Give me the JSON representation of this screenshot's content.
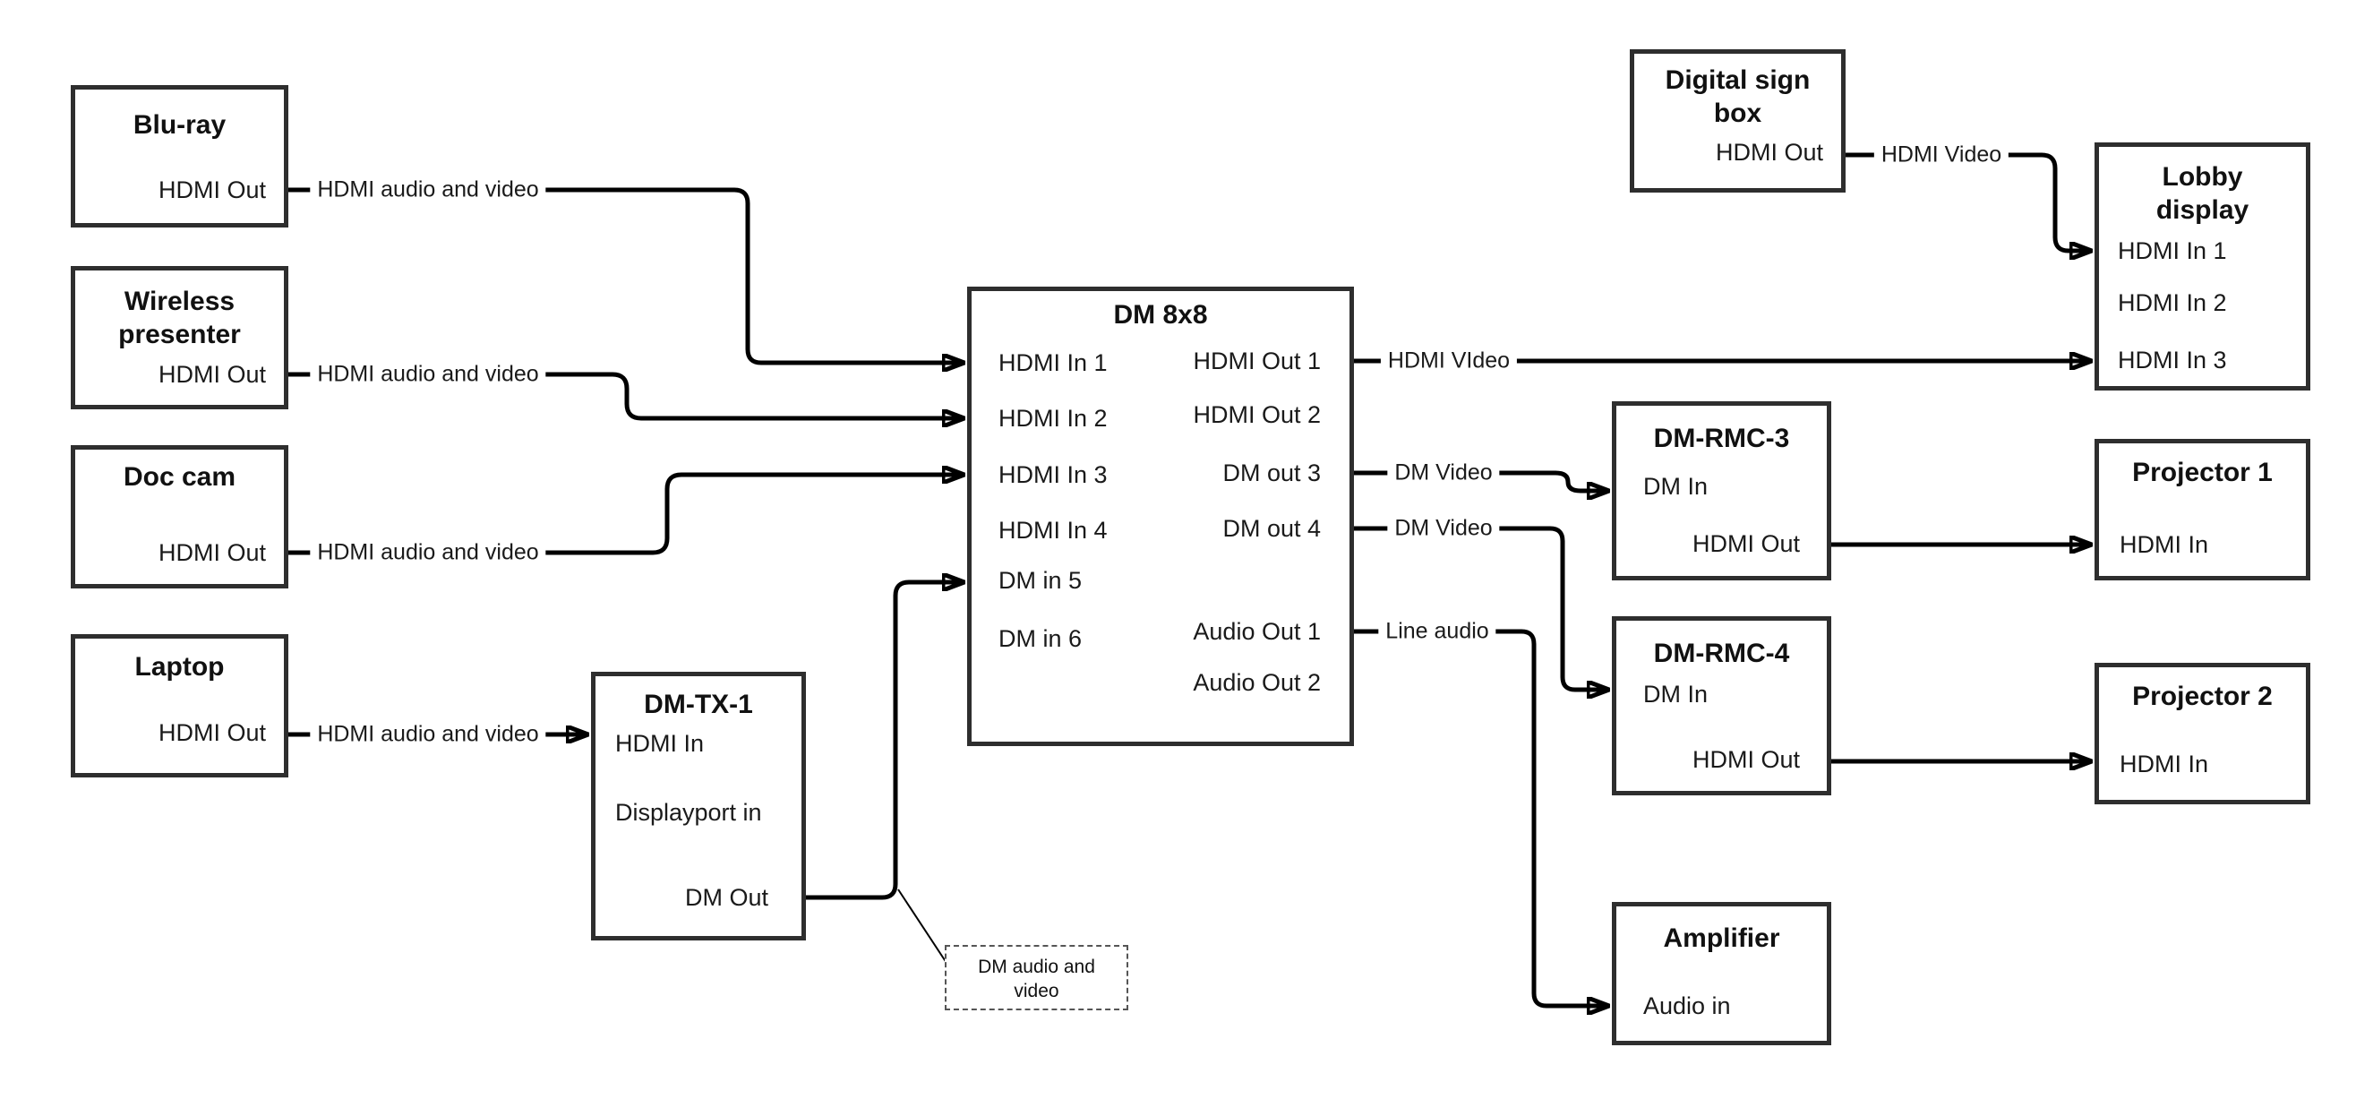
{
  "nodes": {
    "bluray": {
      "title_lines": [
        "Blu-ray"
      ],
      "ports": {
        "hdmi_out": "HDMI Out"
      }
    },
    "wireless": {
      "title_lines": [
        "Wireless",
        "presenter"
      ],
      "ports": {
        "hdmi_out": "HDMI Out"
      }
    },
    "doccam": {
      "title_lines": [
        "Doc cam"
      ],
      "ports": {
        "hdmi_out": "HDMI Out"
      }
    },
    "laptop": {
      "title_lines": [
        "Laptop"
      ],
      "ports": {
        "hdmi_out": "HDMI Out"
      }
    },
    "dmtx1": {
      "title_lines": [
        "DM-TX-1"
      ],
      "ports": {
        "hdmi_in": "HDMI In",
        "displayport_in": "Displayport in",
        "dm_out": "DM Out"
      }
    },
    "dm8x8": {
      "title_lines": [
        "DM 8x8"
      ],
      "ports": {
        "hdmi_in_1": "HDMI In 1",
        "hdmi_in_2": "HDMI In 2",
        "hdmi_in_3": "HDMI In 3",
        "hdmi_in_4": "HDMI In 4",
        "dm_in_5": "DM in 5",
        "dm_in_6": "DM in 6",
        "hdmi_out_1": "HDMI Out 1",
        "hdmi_out_2": "HDMI Out 2",
        "dm_out_3": "DM out 3",
        "dm_out_4": "DM out 4",
        "audio_out_1": "Audio Out 1",
        "audio_out_2": "Audio Out 2"
      }
    },
    "digitalsign": {
      "title_lines": [
        "Digital sign",
        "box"
      ],
      "ports": {
        "hdmi_out": "HDMI Out"
      }
    },
    "lobby": {
      "title_lines": [
        "Lobby",
        "display"
      ],
      "ports": {
        "hdmi_in_1": "HDMI In 1",
        "hdmi_in_2": "HDMI In 2",
        "hdmi_in_3": "HDMI In 3"
      }
    },
    "dmrmc3": {
      "title_lines": [
        "DM-RMC-3"
      ],
      "ports": {
        "dm_in": "DM In",
        "hdmi_out": "HDMI Out"
      }
    },
    "dmrmc4": {
      "title_lines": [
        "DM-RMC-4"
      ],
      "ports": {
        "dm_in": "DM In",
        "hdmi_out": "HDMI Out"
      }
    },
    "amplifier": {
      "title_lines": [
        "Amplifier"
      ],
      "ports": {
        "audio_in": "Audio in"
      }
    },
    "proj1": {
      "title_lines": [
        "Projector 1"
      ],
      "ports": {
        "hdmi_in": "HDMI In"
      }
    },
    "proj2": {
      "title_lines": [
        "Projector 2"
      ],
      "ports": {
        "hdmi_in": "HDMI In"
      }
    }
  },
  "edge_labels": {
    "bluray_to_dm8x8": "HDMI audio and video",
    "wireless_to_dm8x8": "HDMI audio and video",
    "doccam_to_dm8x8": "HDMI audio and video",
    "laptop_to_dmtx1": "HDMI audio and video",
    "hdmi_out1_to_lobby": "HDMI VIdeo",
    "dm_out3_to_dmrmc3": "DM Video",
    "dm_out4_to_dmrmc4": "DM Video",
    "audio_out1_to_amp": "Line audio",
    "digitalsign_to_lobby": "HDMI Video"
  },
  "annotation": {
    "line1": "DM audio and",
    "line2": "video"
  },
  "colors": {
    "line": "#000000",
    "border": "#2e2e2e",
    "text": "#111111",
    "background": "#ffffff"
  }
}
